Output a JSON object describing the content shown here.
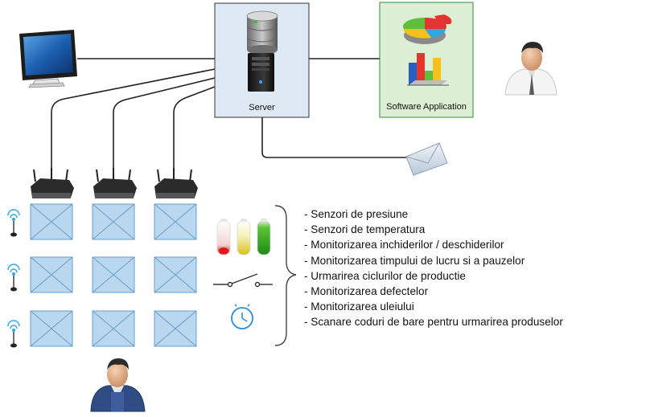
{
  "server": {
    "label": "Server"
  },
  "software": {
    "label": "Software Application"
  },
  "features": [
    "- Senzori de presiune",
    "- Senzori de temperatura",
    "- Monitorizarea inchiderilor / deschiderilor",
    "- Monitorizarea timpului de lucru si a pauzelor",
    "- Urmarirea ciclurilor de productie",
    "- Monitorizarea defectelor",
    "- Monitorizarea uleiului",
    "- Scanare coduri de bare pentru urmarirea produselor"
  ],
  "icons": {
    "monitor": "monitor-icon",
    "database": "database-icon",
    "server_tower": "server-tower-icon",
    "pie_chart": "pie-chart-icon",
    "bar_chart": "bar-chart-icon",
    "manager": "manager-avatar-icon",
    "envelope": "envelope-icon",
    "router": "router-icon",
    "wireless_sensor": "wireless-sensor-icon",
    "machine": "machine-placeholder-icon",
    "battery_levels": "battery-level-icon",
    "switch": "switch-icon",
    "clock": "clock-icon",
    "worker": "worker-avatar-icon"
  },
  "colors": {
    "server_fill": "#dfe9f4",
    "app_fill": "#dcefd4",
    "app_border": "#3a8a3a",
    "machine_fill": "#b9d7ee",
    "machine_border": "#6a9cc8"
  }
}
